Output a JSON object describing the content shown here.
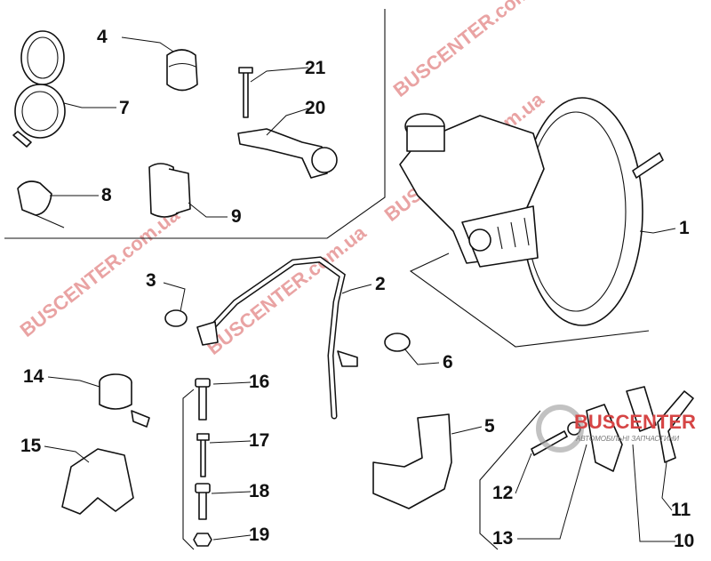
{
  "watermark": "BUSCENTER.com.ua",
  "logo": {
    "name": "BUSCENTER",
    "tagline": "АВТОМОБІЛЬНІ ЗАПЧАСТИНИ"
  },
  "callouts": [
    "1",
    "2",
    "3",
    "4",
    "5",
    "6",
    "7",
    "8",
    "9",
    "10",
    "11",
    "12",
    "13",
    "14",
    "15",
    "16",
    "17",
    "18",
    "19",
    "20",
    "21"
  ],
  "colors": {
    "line": "#111111",
    "watermark": "#e9a3a3",
    "logo": "#d64545"
  }
}
